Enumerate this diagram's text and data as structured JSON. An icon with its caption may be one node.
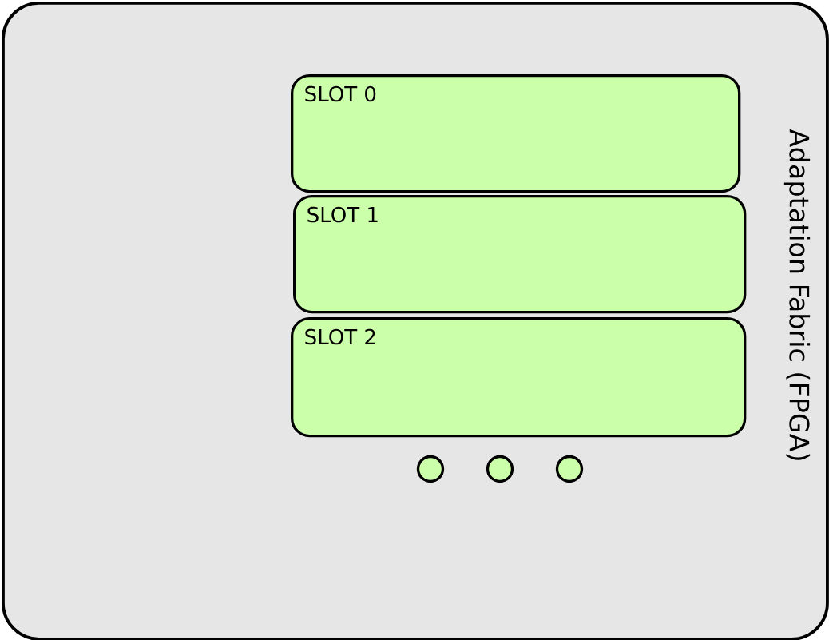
{
  "diagram": {
    "nodes": [
      {
        "text": [
          "Adaptation Fabric (FPGA)"
        ]
      },
      {
        "text": [
          "SLOT 0"
        ],
        "in": 0
      },
      {
        "text": [
          "SLOT 1"
        ],
        "in": 0
      },
      {
        "text": [
          "SLOT 2"
        ],
        "in": 0
      }
    ]
  }
}
